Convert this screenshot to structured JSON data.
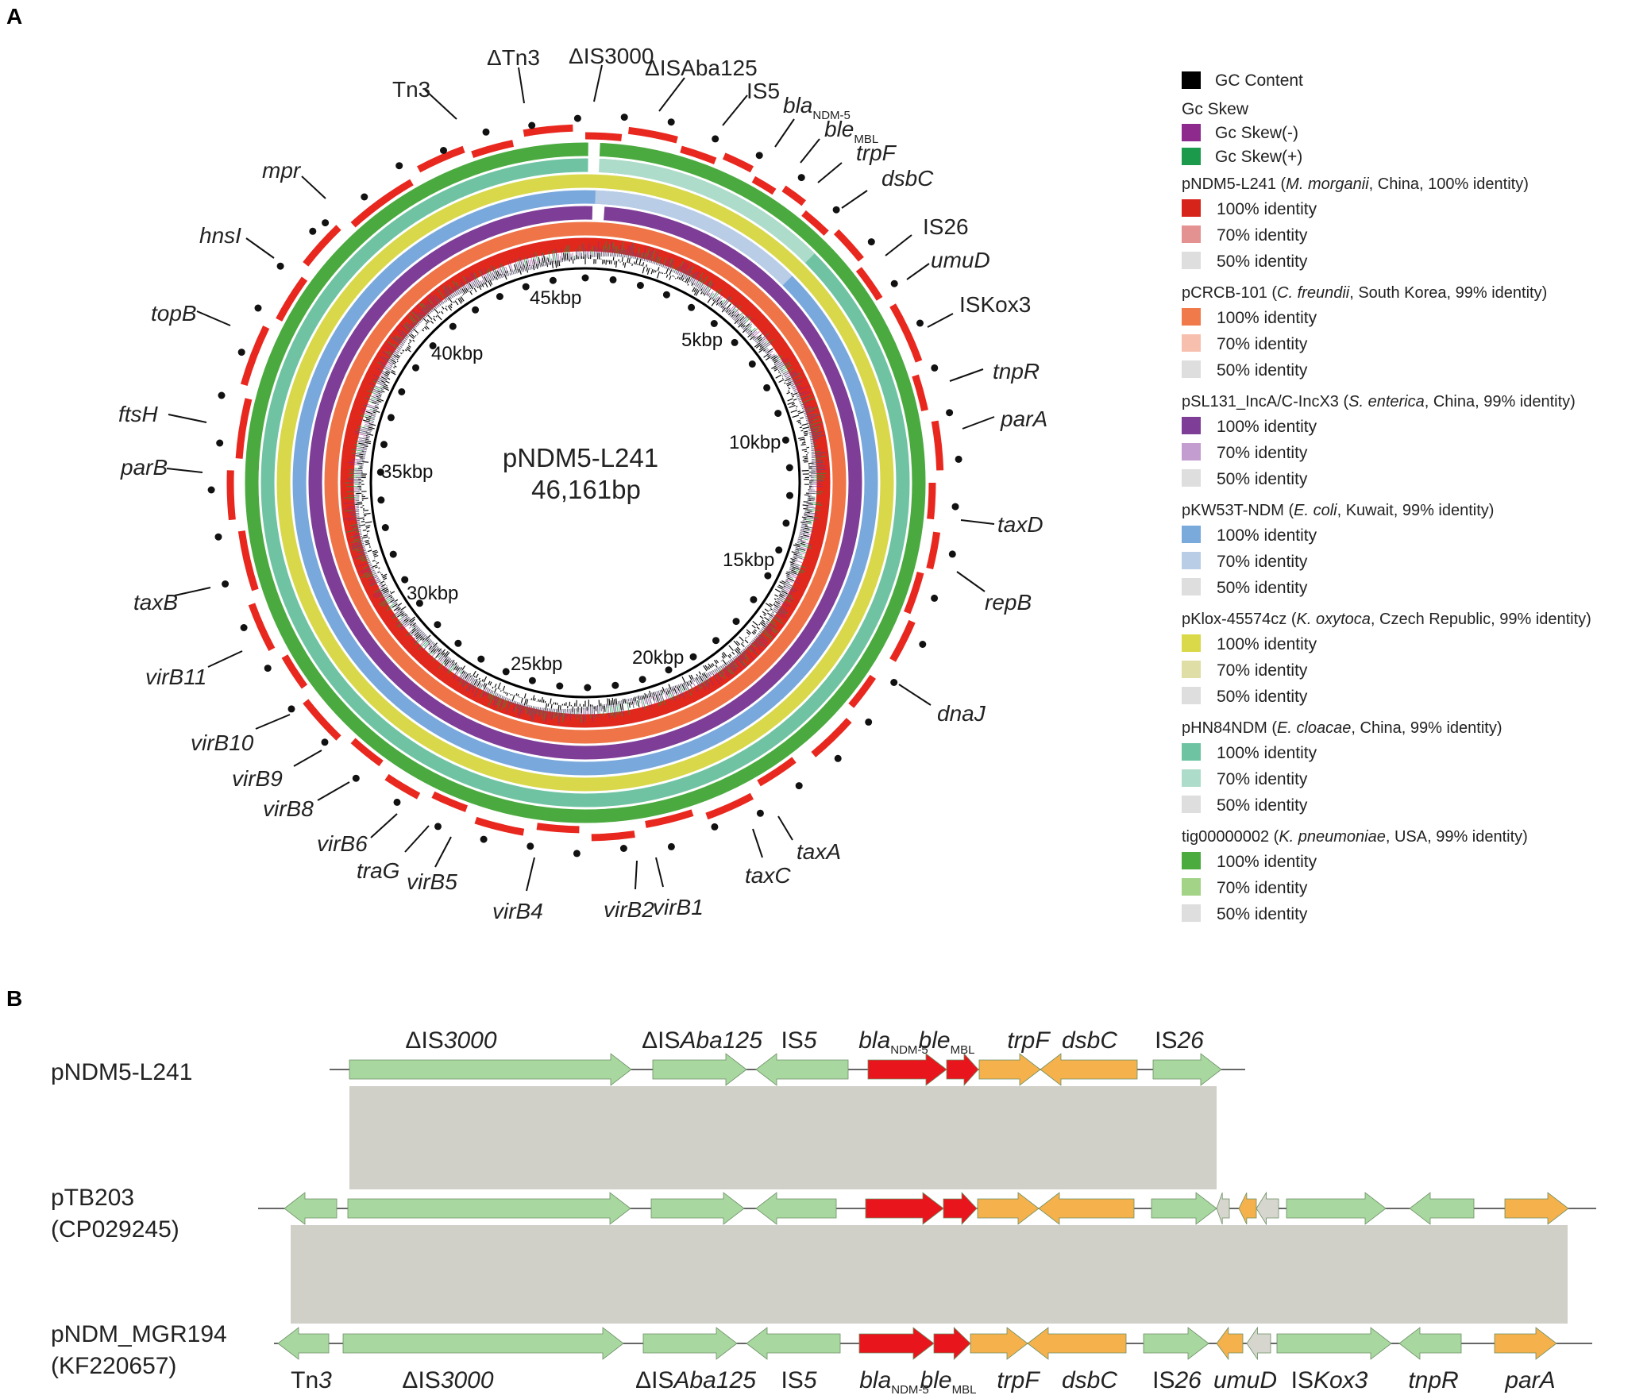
{
  "panels": {
    "a": "A",
    "b": "B"
  },
  "center": {
    "name": "pNDM5-L241",
    "size": "46,161bp"
  },
  "kbp_labels": [
    "5kbp",
    "10kbp",
    "15kbp",
    "20kbp",
    "25kbp",
    "30kbp",
    "35kbp",
    "40kbp",
    "45kbp"
  ],
  "ring_colors": [
    "#e0281d",
    "#ef7447",
    "#7e3d97",
    "#79a8dc",
    "#d8d84a",
    "#6fc3a3",
    "#4aaa3f"
  ],
  "gene_labels_a": [
    {
      "t": "Tn3"
    },
    {
      "t": "ΔTn3"
    },
    {
      "t": "ΔIS3000"
    },
    {
      "t": "ΔISAba125"
    },
    {
      "t": "IS5"
    },
    {
      "t": "bla",
      "sub": "NDM-5"
    },
    {
      "t": "ble",
      "sub": "MBL"
    },
    {
      "t": "trpF"
    },
    {
      "t": "dsbC"
    },
    {
      "t": "IS26"
    },
    {
      "t": "umuD"
    },
    {
      "t": "ISKox3"
    },
    {
      "t": "tnpR"
    },
    {
      "t": "parA"
    },
    {
      "t": "taxD"
    },
    {
      "t": "repB"
    },
    {
      "t": "dnaJ"
    },
    {
      "t": "taxA"
    },
    {
      "t": "taxC"
    },
    {
      "t": "virB1"
    },
    {
      "t": "virB2"
    },
    {
      "t": "virB4"
    },
    {
      "t": "virB5"
    },
    {
      "t": "traG"
    },
    {
      "t": "virB6"
    },
    {
      "t": "virB8"
    },
    {
      "t": "virB9"
    },
    {
      "t": "virB10"
    },
    {
      "t": "virB11"
    },
    {
      "t": "taxB"
    },
    {
      "t": "parB"
    },
    {
      "t": "ftsH"
    },
    {
      "t": "topB"
    },
    {
      "t": "hnsI"
    },
    {
      "t": "mpr"
    }
  ],
  "legend": {
    "gc_content": "GC Content",
    "gc_skew_title": "Gc Skew",
    "gc_skew_neg": "Gc Skew(-)",
    "gc_skew_pos": "Gc Skew(+)",
    "skew_neg_color": "#8e2a8e",
    "skew_pos_color": "#1a9a4a",
    "groups": [
      {
        "name": "pNDM5-L241",
        "species": "M. morganii",
        "rest": ", China, 100% identity)",
        "colors": [
          "#d7241b",
          "#e39191",
          "#dedede"
        ]
      },
      {
        "name": "pCRCB-101",
        "species": "C. freundii",
        "rest": ", South Korea, 99% identity)",
        "colors": [
          "#f07a4a",
          "#f7c0ae",
          "#dedede"
        ]
      },
      {
        "name": "pSL131_IncA/C-IncX3",
        "species": "S. enterica",
        "rest": ", China, 99% identity)",
        "colors": [
          "#7e3d97",
          "#c39dcf",
          "#dedede"
        ]
      },
      {
        "name": "pKW53T-NDM",
        "species": "E. coli",
        "rest": ", Kuwait, 99% identity)",
        "colors": [
          "#7aa9dc",
          "#b9cde6",
          "#dedede"
        ]
      },
      {
        "name": "pKlox-45574cz",
        "species": "K. oxytoca",
        "rest": ", Czech Republic,   99% identity)",
        "colors": [
          "#d9d94a",
          "#dedeA6",
          "#dedede"
        ]
      },
      {
        "name": "pHN84NDM",
        "species": "E. cloacae",
        "rest": ", China, 99% identity)",
        "colors": [
          "#6dc3a2",
          "#aedcca",
          "#dedede"
        ]
      },
      {
        "name": "tig00000002",
        "species": "K. pneumoniae",
        "rest": ", USA, 99% identity)",
        "colors": [
          "#4cab3e",
          "#a3d386",
          "#dedede"
        ]
      }
    ],
    "identity_labels": [
      "100% identity",
      "70% identity",
      "50% identity"
    ]
  },
  "linear_map": {
    "tracks": [
      {
        "name": "pNDM5-L241",
        "accession": ""
      },
      {
        "name": "pTB203",
        "accession": "(CP029245)"
      },
      {
        "name": "pNDM_MGR194",
        "accession": "(KF220657)"
      }
    ],
    "top_labels": [
      {
        "t": "ΔIS",
        "i": "3000"
      },
      {
        "t": "ΔIS",
        "i": "Aba125"
      },
      {
        "t": "IS",
        "i": "5"
      },
      {
        "t": "",
        "i": "bla",
        "sub": "NDM-5"
      },
      {
        "t": "",
        "i": "ble",
        "sub": "MBL"
      },
      {
        "t": "",
        "i": "trpF"
      },
      {
        "t": "",
        "i": "dsbC"
      },
      {
        "t": "IS",
        "i": "26"
      }
    ],
    "bottom_labels": [
      {
        "t": "Tn",
        "i": "3"
      },
      {
        "t": "ΔIS",
        "i": "3000"
      },
      {
        "t": "ΔIS",
        "i": "Aba125"
      },
      {
        "t": "IS",
        "i": "5"
      },
      {
        "t": "",
        "i": "bla",
        "sub": "NDM-5"
      },
      {
        "t": "",
        "i": "ble",
        "sub": "MBL"
      },
      {
        "t": "",
        "i": "trpF"
      },
      {
        "t": "",
        "i": "dsbC"
      },
      {
        "t": "IS",
        "i": "26"
      },
      {
        "t": "",
        "i": "umuD"
      },
      {
        "t": "IS",
        "i": "Kox3"
      },
      {
        "t": "",
        "i": "tnpR"
      },
      {
        "t": "",
        "i": "parA"
      }
    ],
    "colors": {
      "mobile": "#a8d7a0",
      "resistance": "#e8151c",
      "other": "#f4b14c",
      "grey": "#d6d6ce",
      "shade": "#d0d0c8"
    }
  }
}
